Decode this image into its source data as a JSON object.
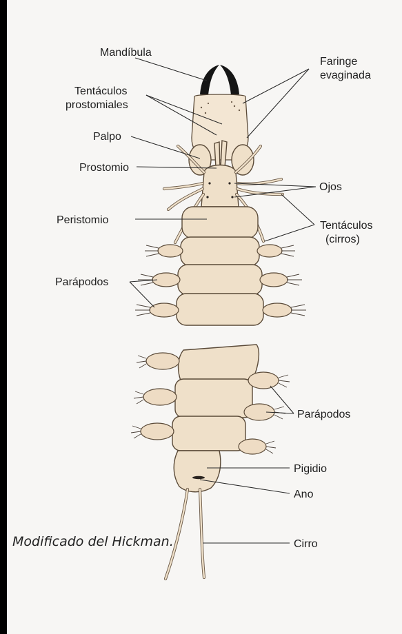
{
  "labels": {
    "mandibula": "Mandíbula",
    "faringe_line1": "Faringe",
    "faringe_line2": "evaginada",
    "tentaculos_prost_line1": "Tentáculos",
    "tentaculos_prost_line2": "prostomiales",
    "palpo": "Palpo",
    "prostomio": "Prostomio",
    "ojos": "Ojos",
    "peristomio": "Peristomio",
    "tentaculos_cirros_line1": "Tentáculos",
    "tentaculos_cirros_line2": "(cirros)",
    "parapodos_upper": "Parápodos",
    "parapodos_lower": "Parápodos",
    "pigidio": "Pigidio",
    "ano": "Ano",
    "cirro": "Cirro"
  },
  "caption": "Modificado del Hickman.",
  "colors": {
    "background": "#000000",
    "paper": "#f7f6f4",
    "body": "#efe0c9",
    "outline": "#5a4a38"
  }
}
